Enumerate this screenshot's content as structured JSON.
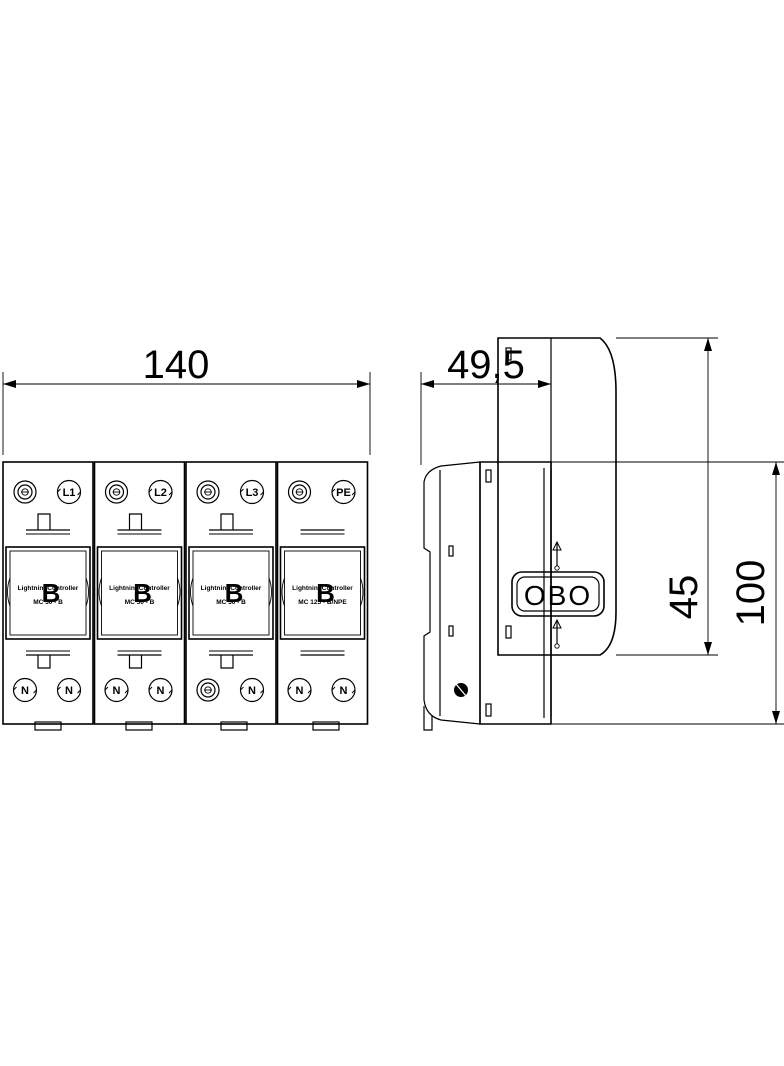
{
  "dimensions": {
    "width_total": "140",
    "depth": "49,5",
    "front_height": "45",
    "height_total": "100"
  },
  "modules": [
    {
      "top_terminals": [
        "status",
        "L1"
      ],
      "bottom_terminals": [
        "N",
        "N"
      ],
      "brand_line": "LightningController",
      "model": "MC 50 - B"
    },
    {
      "top_terminals": [
        "status",
        "L2"
      ],
      "bottom_terminals": [
        "N",
        "N"
      ],
      "brand_line": "LightningController",
      "model": "MC 50 - B"
    },
    {
      "top_terminals": [
        "status",
        "L3"
      ],
      "bottom_terminals": [
        "status",
        "N"
      ],
      "brand_line": "LightningController",
      "model": "MC 50 - B"
    },
    {
      "top_terminals": [
        "status",
        "PE"
      ],
      "bottom_terminals": [
        "N",
        "N"
      ],
      "brand_line": "LightningController",
      "model": "MC 125 - B/NPE"
    }
  ],
  "side_view": {
    "logo": "OBO"
  }
}
